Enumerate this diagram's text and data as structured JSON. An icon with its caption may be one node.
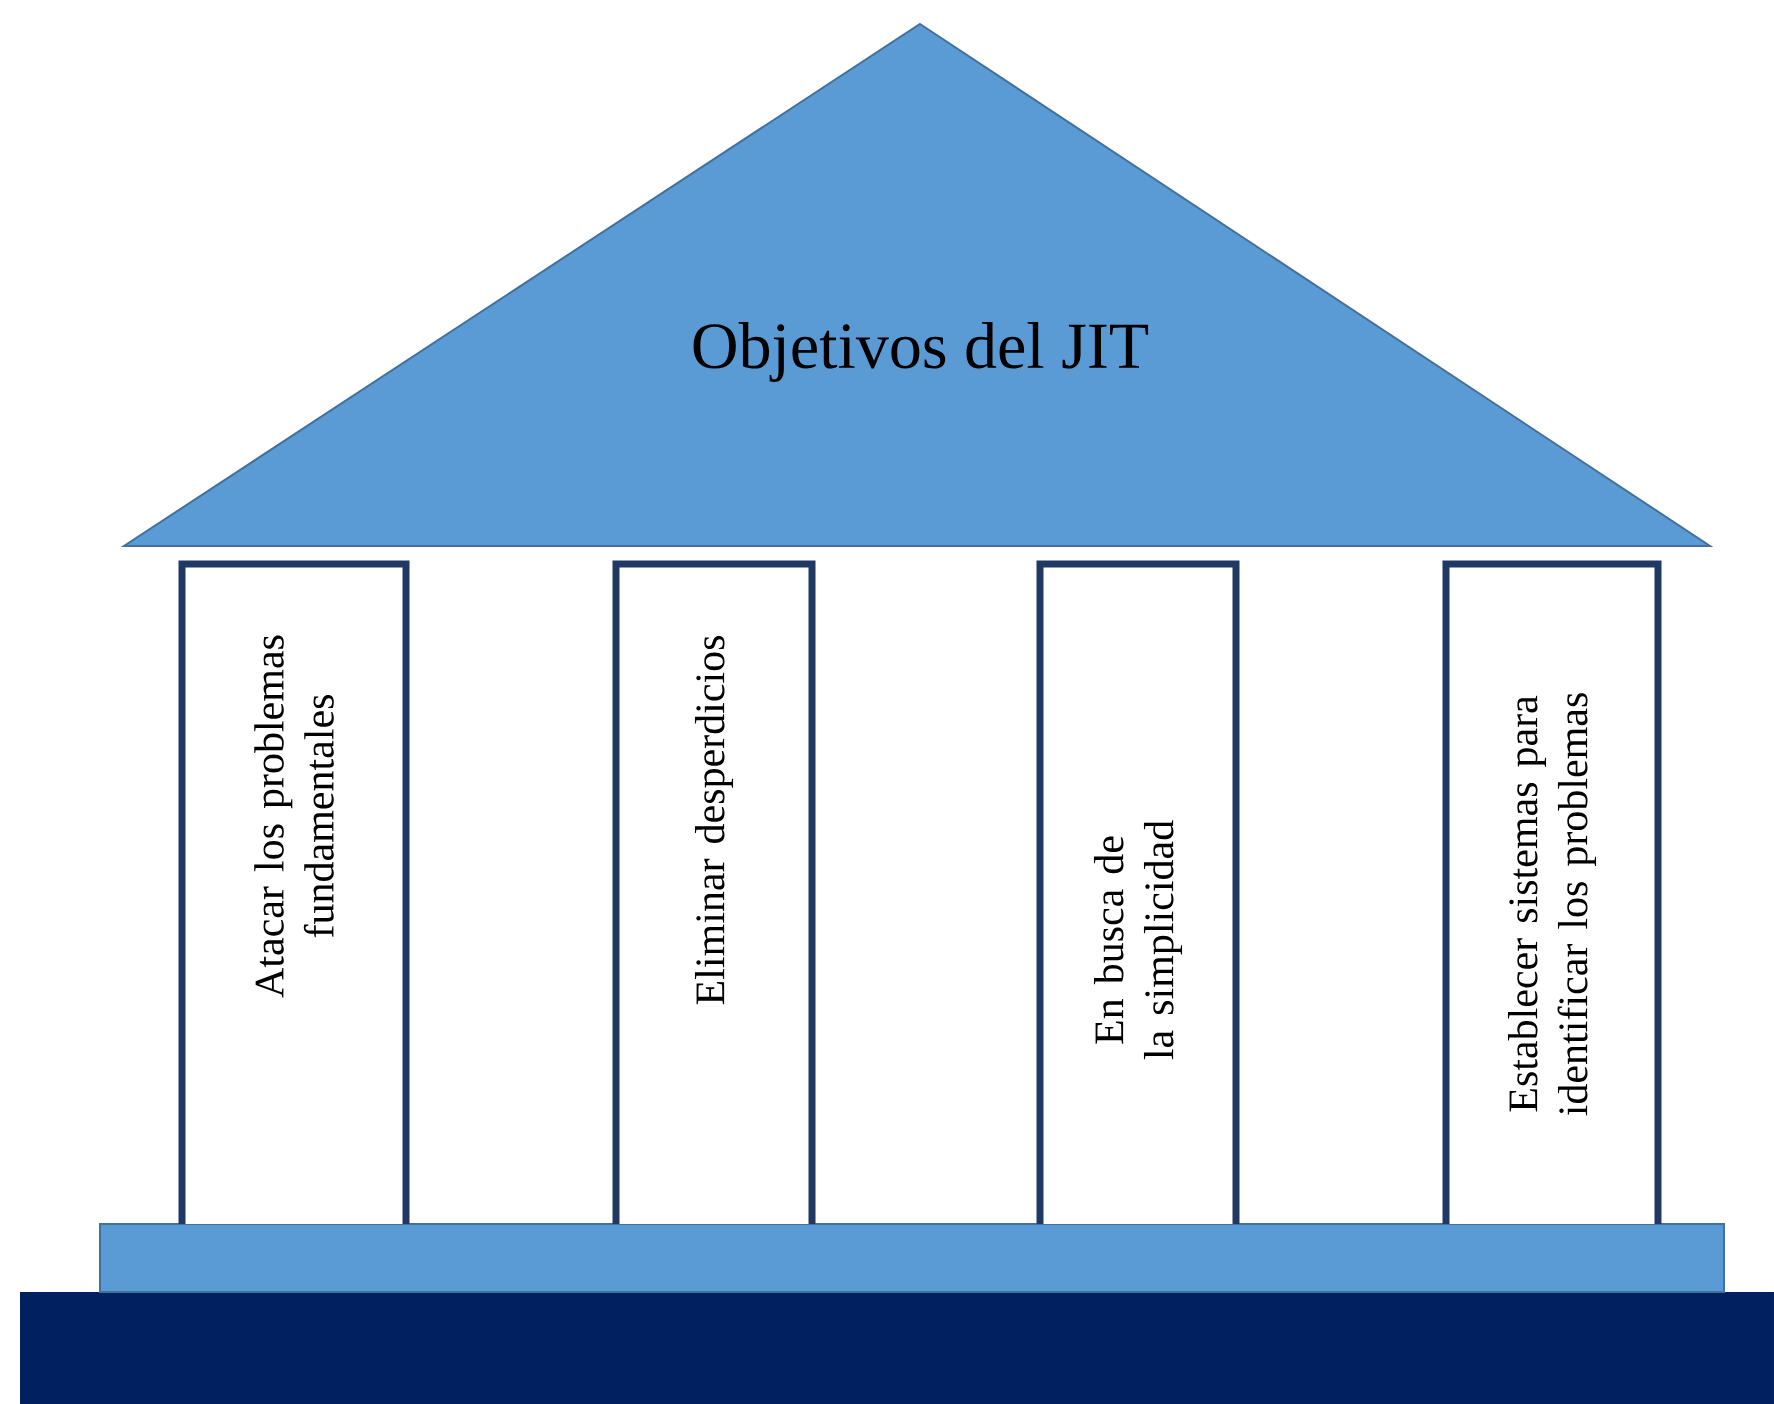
{
  "diagram": {
    "nodes": [
      {
        "text": [
          "Objetivos del JIT"
        ]
      },
      {
        "text": [
          "Atacar los problemas fundamentales"
        ]
      },
      {
        "text": [
          "Eliminar desperdicios"
        ]
      },
      {
        "text": [
          "En busca de la simplicidad"
        ]
      },
      {
        "text": [
          "Establecer sistemas para identificar los problemas"
        ]
      },
      {
        "text": [],
        "shape": "box"
      },
      {
        "text": [],
        "shape": "bar"
      }
    ]
  }
}
